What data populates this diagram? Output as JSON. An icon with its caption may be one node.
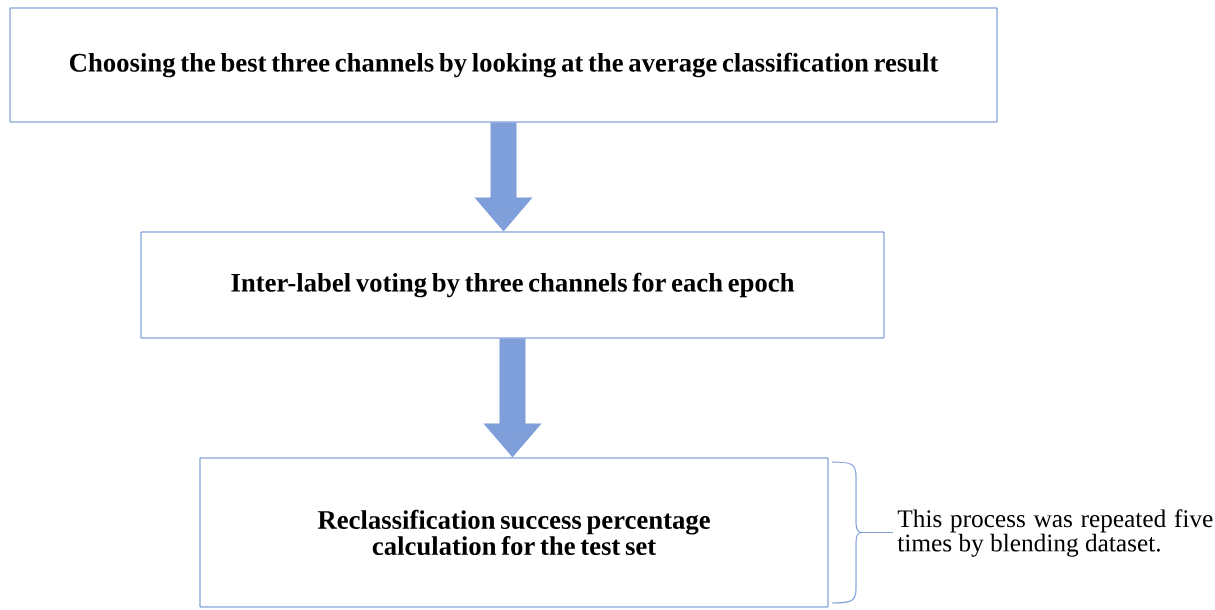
{
  "diagram": {
    "nodes": [
      {
        "text": [
          "Choosing the best three channels by looking at the average classification result"
        ]
      },
      {
        "text": [
          "Inter-label voting by three channels for each epoch"
        ]
      },
      {
        "text": [
          "Reclassification success percentage calculation for the test set"
        ],
        "beside": [
          "This process was repeated five times by blending dataset."
        ]
      }
    ],
    "edges": [
      {
        "from": 0,
        "to": 1,
        "arrow": "to"
      },
      {
        "from": 1,
        "to": 2,
        "arrow": "to"
      }
    ]
  }
}
